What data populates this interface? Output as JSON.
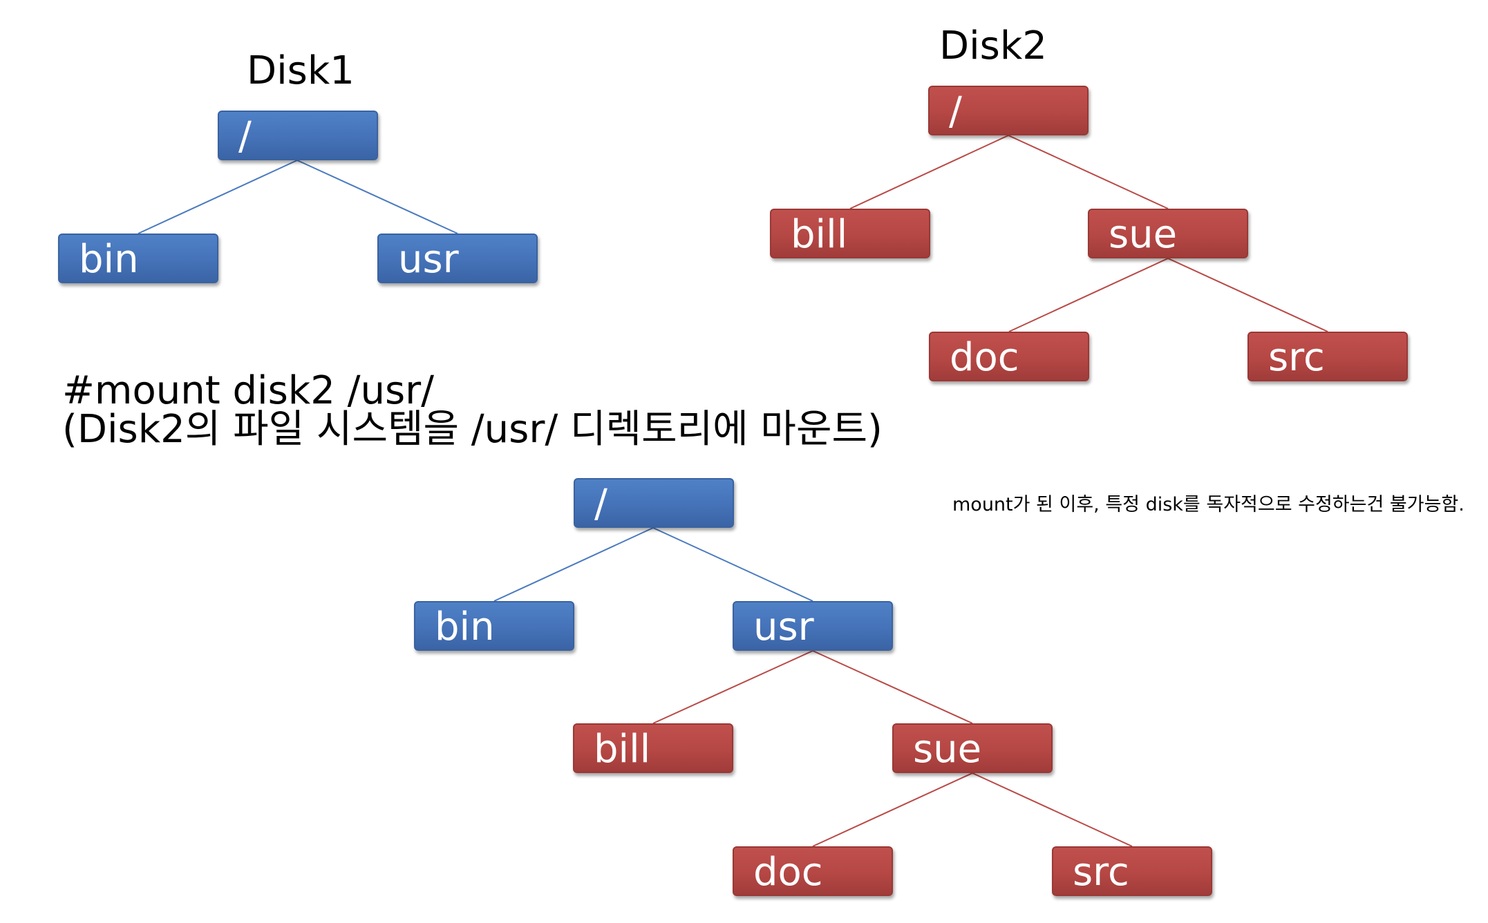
{
  "disk1": {
    "title": "Disk1",
    "nodes": {
      "root": "/",
      "bin": "bin",
      "usr": "usr"
    }
  },
  "disk2": {
    "title": "Disk2",
    "nodes": {
      "root": "/",
      "bill": "bill",
      "sue": "sue",
      "doc": "doc",
      "src": "src"
    }
  },
  "command": {
    "line1": "#mount disk2 /usr/",
    "line2": "(Disk2의 파일 시스템을 /usr/ 디렉토리에 마운트)"
  },
  "note": "mount가 된 이후, 특정 disk를 독자적으로 수정하는건 불가능함.",
  "mounted": {
    "nodes": {
      "root": "/",
      "bin": "bin",
      "usr": "usr",
      "bill": "bill",
      "sue": "sue",
      "doc": "doc",
      "src": "src"
    }
  },
  "colors": {
    "disk1_node": "#4a7abf",
    "disk2_node": "#b84a47",
    "disk1_edge": "#4a7abf",
    "disk2_edge": "#b84a47"
  }
}
